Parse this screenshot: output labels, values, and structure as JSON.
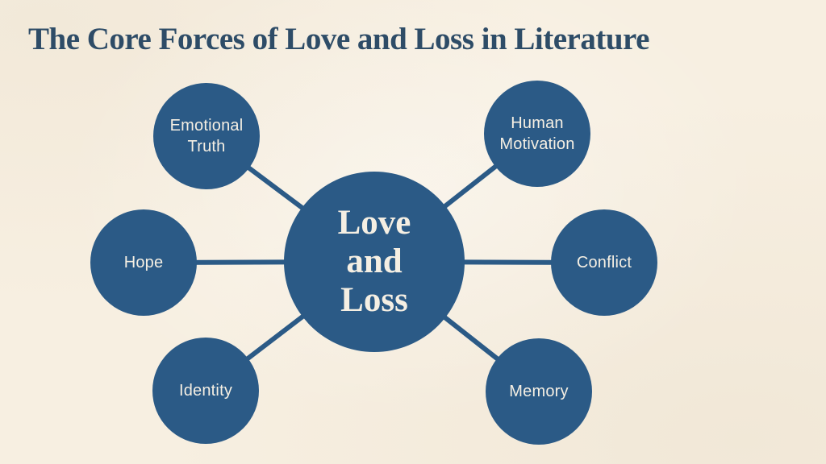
{
  "slide": {
    "title": "The Core Forces of Love and Loss in Literature",
    "colors": {
      "background": "#f7efe1",
      "node_fill": "#2b5a86",
      "connector": "#2b5a86",
      "title_text": "#2e4c67",
      "node_text": "#f5efe3"
    }
  },
  "diagram": {
    "type": "hub-and-spoke",
    "center": {
      "id": "love-and-loss",
      "label": "Love\nand\nLoss"
    },
    "nodes": [
      {
        "id": "emotional-truth",
        "label": "Emotional Truth"
      },
      {
        "id": "human-motivation",
        "label": "Human Motivation"
      },
      {
        "id": "hope",
        "label": "Hope"
      },
      {
        "id": "conflict",
        "label": "Conflict"
      },
      {
        "id": "identity",
        "label": "Identity"
      },
      {
        "id": "memory",
        "label": "Memory"
      }
    ]
  }
}
